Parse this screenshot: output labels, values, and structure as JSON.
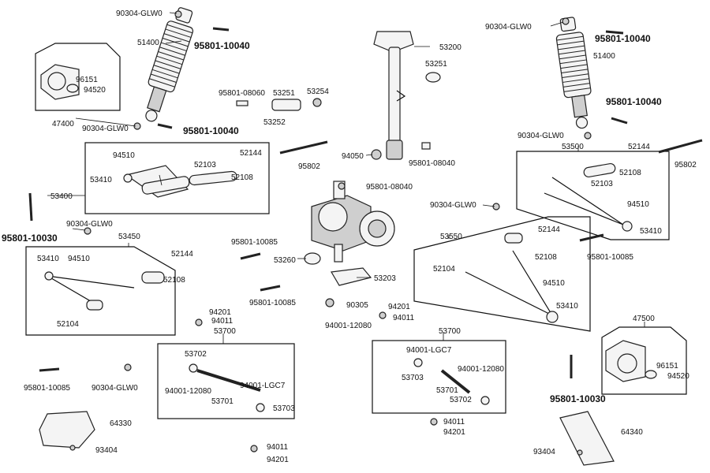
{
  "callouts": [
    {
      "id": "c1",
      "text": "90304-GLW0"
    },
    {
      "id": "c2",
      "text": "51400"
    },
    {
      "id": "c3",
      "text": "95801-10040",
      "big": true
    },
    {
      "id": "c4",
      "text": "96151"
    },
    {
      "id": "c5",
      "text": "94520"
    },
    {
      "id": "c6",
      "text": "47400"
    },
    {
      "id": "c7",
      "text": "90304-GLW0"
    },
    {
      "id": "c8",
      "text": "95801-10040",
      "big": true
    },
    {
      "id": "c9",
      "text": "95801-08060"
    },
    {
      "id": "c10",
      "text": "53251"
    },
    {
      "id": "c11",
      "text": "53254"
    },
    {
      "id": "c12",
      "text": "53252"
    },
    {
      "id": "c13",
      "text": "53200"
    },
    {
      "id": "c14",
      "text": "53251"
    },
    {
      "id": "c15",
      "text": "94050"
    },
    {
      "id": "c16",
      "text": "95801-08040"
    },
    {
      "id": "c17",
      "text": "90304-GLW0"
    },
    {
      "id": "c18",
      "text": "95801-10040",
      "big": true
    },
    {
      "id": "c19",
      "text": "51400"
    },
    {
      "id": "c20",
      "text": "95801-10040",
      "big": true
    },
    {
      "id": "c21",
      "text": "90304-GLW0"
    },
    {
      "id": "c22",
      "text": "53500"
    },
    {
      "id": "c23",
      "text": "52144"
    },
    {
      "id": "c24",
      "text": "52108"
    },
    {
      "id": "c25",
      "text": "52103"
    },
    {
      "id": "c26",
      "text": "95802"
    },
    {
      "id": "c27",
      "text": "94510"
    },
    {
      "id": "c28",
      "text": "53410"
    },
    {
      "id": "c29",
      "text": "94510"
    },
    {
      "id": "c30",
      "text": "52144"
    },
    {
      "id": "c31",
      "text": "52103"
    },
    {
      "id": "c32",
      "text": "52108"
    },
    {
      "id": "c33",
      "text": "53410"
    },
    {
      "id": "c34",
      "text": "95802"
    },
    {
      "id": "c35",
      "text": "53400"
    },
    {
      "id": "c36",
      "text": "95801-10030",
      "big": true
    },
    {
      "id": "c37",
      "text": "90304-GLW0"
    },
    {
      "id": "c38",
      "text": "53450"
    },
    {
      "id": "c39",
      "text": "53410"
    },
    {
      "id": "c40",
      "text": "94510"
    },
    {
      "id": "c41",
      "text": "52144"
    },
    {
      "id": "c42",
      "text": "52108"
    },
    {
      "id": "c43",
      "text": "52104"
    },
    {
      "id": "c44",
      "text": "95801-08040"
    },
    {
      "id": "c45",
      "text": "95801-10085"
    },
    {
      "id": "c46",
      "text": "53260"
    },
    {
      "id": "c47",
      "text": "53203"
    },
    {
      "id": "c48",
      "text": "95801-10085"
    },
    {
      "id": "c49",
      "text": "90305"
    },
    {
      "id": "c50",
      "text": "94201"
    },
    {
      "id": "c51",
      "text": "94001-12080"
    },
    {
      "id": "c52",
      "text": "94011"
    },
    {
      "id": "c53",
      "text": "90304-GLW0"
    },
    {
      "id": "c54",
      "text": "53550"
    },
    {
      "id": "c55",
      "text": "52144"
    },
    {
      "id": "c56",
      "text": "52108"
    },
    {
      "id": "c57",
      "text": "52104"
    },
    {
      "id": "c58",
      "text": "94510"
    },
    {
      "id": "c59",
      "text": "53410"
    },
    {
      "id": "c60",
      "text": "95801-10085"
    },
    {
      "id": "c61",
      "text": "94201"
    },
    {
      "id": "c62",
      "text": "94011"
    },
    {
      "id": "c63",
      "text": "53700"
    },
    {
      "id": "c64",
      "text": "53702"
    },
    {
      "id": "c65",
      "text": "94001-12080"
    },
    {
      "id": "c66",
      "text": "94001-LGC7"
    },
    {
      "id": "c67",
      "text": "53701"
    },
    {
      "id": "c68",
      "text": "53703"
    },
    {
      "id": "c69",
      "text": "53700"
    },
    {
      "id": "c70",
      "text": "94001-LGC7"
    },
    {
      "id": "c71",
      "text": "53703"
    },
    {
      "id": "c72",
      "text": "94001-12080"
    },
    {
      "id": "c73",
      "text": "53701"
    },
    {
      "id": "c74",
      "text": "53702"
    },
    {
      "id": "c75",
      "text": "47500"
    },
    {
      "id": "c76",
      "text": "96151"
    },
    {
      "id": "c77",
      "text": "94520"
    },
    {
      "id": "c78",
      "text": "95801-10030",
      "big": true
    },
    {
      "id": "c79",
      "text": "95801-10085"
    },
    {
      "id": "c80",
      "text": "90304-GLW0"
    },
    {
      "id": "c81",
      "text": "64330"
    },
    {
      "id": "c82",
      "text": "93404"
    },
    {
      "id": "c83",
      "text": "94011"
    },
    {
      "id": "c84",
      "text": "94201"
    },
    {
      "id": "c85",
      "text": "94011"
    },
    {
      "id": "c86",
      "text": "94201"
    },
    {
      "id": "c87",
      "text": "64340"
    },
    {
      "id": "c88",
      "text": "93404"
    }
  ]
}
